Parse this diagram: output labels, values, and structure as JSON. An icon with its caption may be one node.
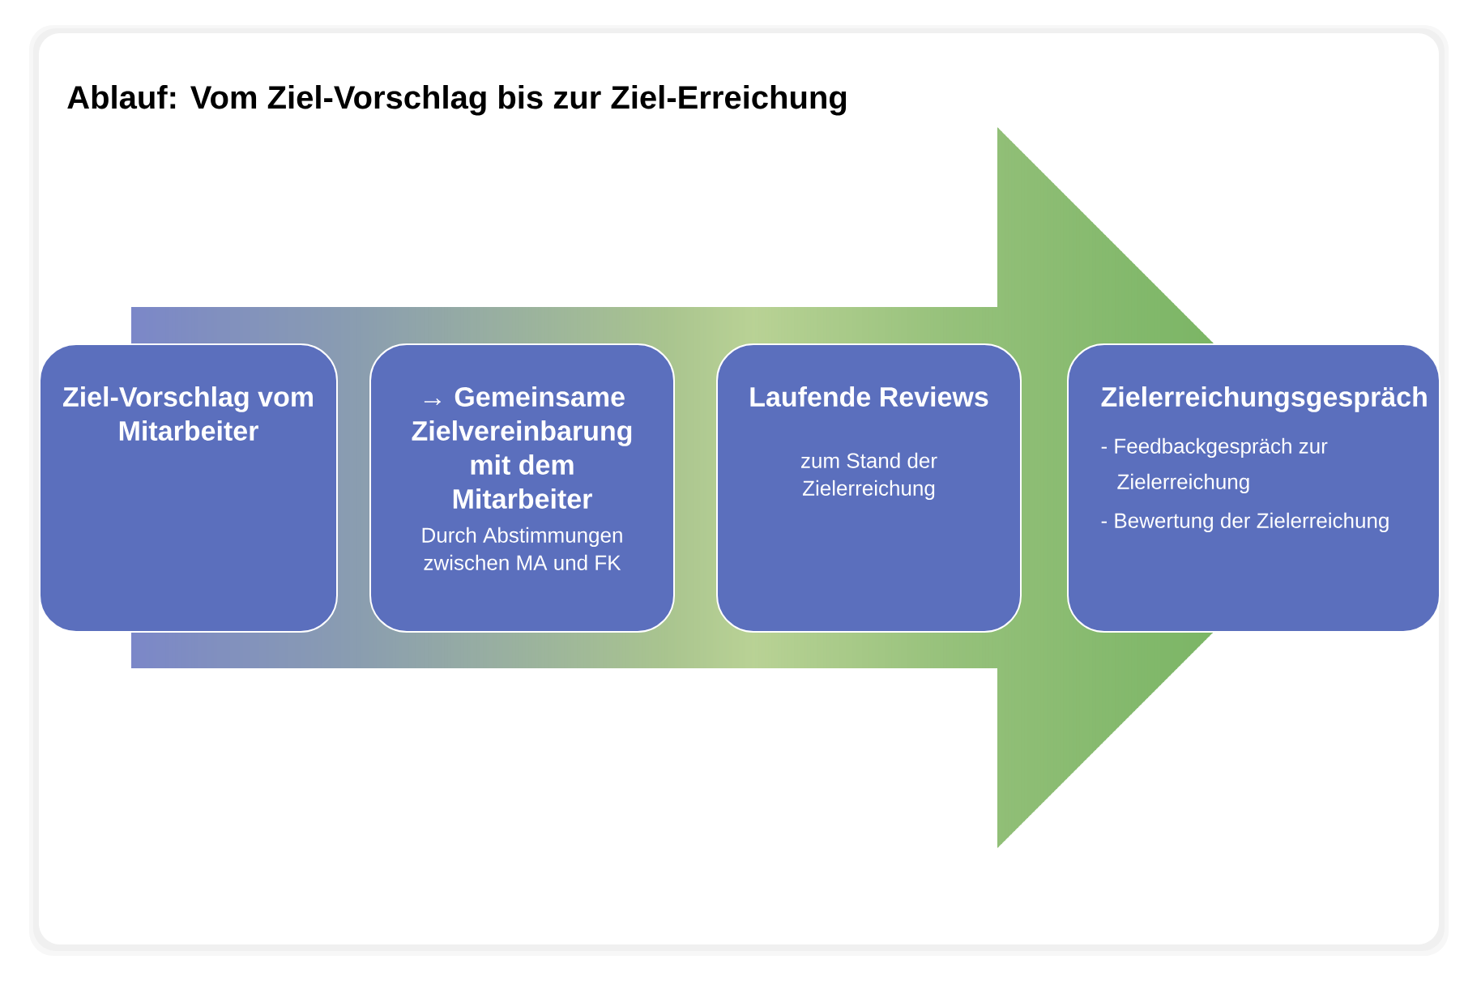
{
  "diagram": {
    "title": "Ablauf: Vom Ziel-Vorschlag bis zur Ziel-Erreichung",
    "nodes": [
      {
        "text": [
          "Ziel-Vorschlag vom Mitarbeiter"
        ]
      },
      {
        "text": [
          "→ Gemeinsame Zielvereinbarung mit dem Mitarbeiter",
          "Durch Abstimmungen zwischen MA und FK"
        ]
      },
      {
        "text": [
          "Laufende Reviews",
          "zum Stand der Zielerreichung"
        ]
      },
      {
        "text": [
          "Zielerreichungsgespräch",
          "- Feedbackgespräch zur Zielerreichung",
          "- Bewertung der Zielerreichung"
        ]
      }
    ]
  }
}
